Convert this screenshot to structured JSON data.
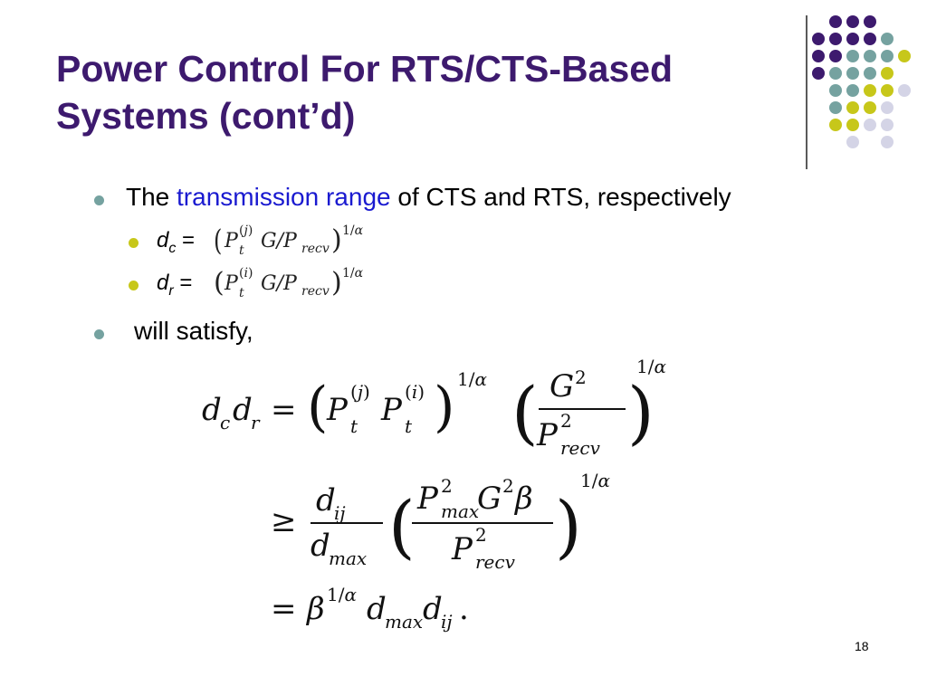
{
  "title": {
    "line1": "Power Control For RTS/CTS-Based",
    "line2": "Systems (cont’d)"
  },
  "bullets": {
    "b1_prefix": "The ",
    "b1_link": "transmission range",
    "b1_suffix": " of CTS and RTS, respectively",
    "sub1_var": "d",
    "sub1_subscript": "c",
    "sub1_eq": " =",
    "sub1_formula": "(P_t^(j) G / P_recv)^(1/α)",
    "sub2_var": "d",
    "sub2_subscript": "r",
    "sub2_eq": " =",
    "sub2_formula": "(P_t^(i) G / P_recv)^(1/α)",
    "b2": "will satisfy,"
  },
  "equations": {
    "line1": "d_c d_r = (P_t^(j) P_t^(i))^(1/α) (G^2 / P_recv^2)^(1/α)",
    "line2": "≥ (d_ij / d_max) (P_max^2 G^2 β / P_recv^2)^(1/α)",
    "line3": "= β^(1/α) d_max d_ij."
  },
  "page_number": "18",
  "colors": {
    "title": "#3d1a6e",
    "link": "#1a1ad0",
    "purple": "#3d1a6e",
    "teal": "#75a2a0",
    "yellow": "#c7c71a",
    "lavender": "#d4d4e6"
  }
}
